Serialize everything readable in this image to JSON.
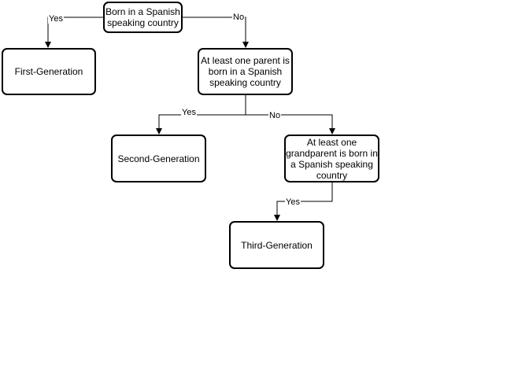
{
  "nodes": {
    "born_spanish": "Born in a Spanish speaking country",
    "first_gen": "First-Generation",
    "parent_born": "At least one parent is born in a Spanish speaking country",
    "second_gen": "Second-Generation",
    "grandparent_born": "At least one grandparent is born in a Spanish speaking country",
    "third_gen": "Third-Generation"
  },
  "edges": {
    "q1_yes": "Yes",
    "q1_no": "No",
    "q2_yes": "Yes",
    "q2_no": "No",
    "q3_yes": "Yes"
  },
  "colors": {
    "stroke": "#000000",
    "fill": "#ffffff"
  }
}
